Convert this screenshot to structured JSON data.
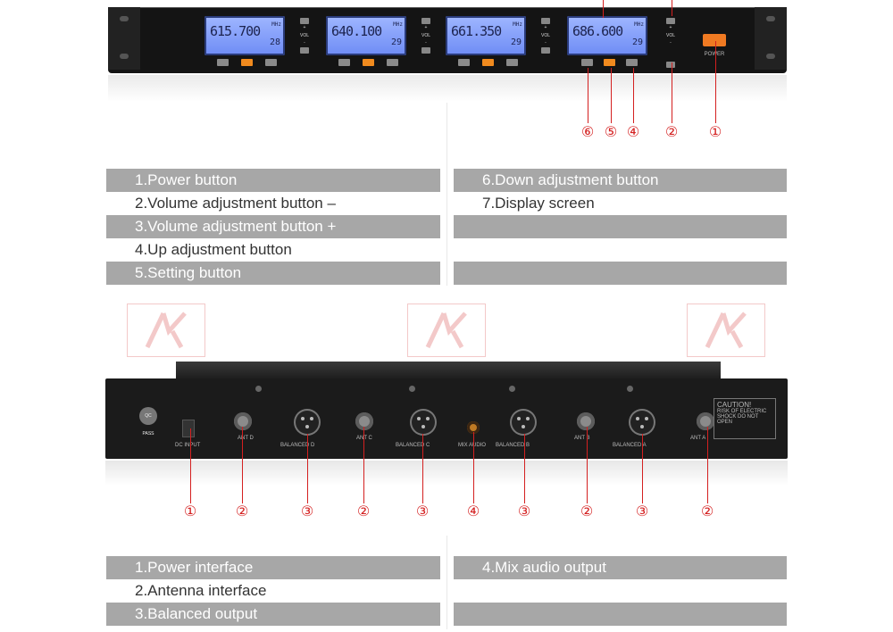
{
  "front": {
    "displays": [
      {
        "freq": "615.700",
        "ch": "28"
      },
      {
        "freq": "640.100",
        "ch": "29"
      },
      {
        "freq": "661.350",
        "ch": "29"
      },
      {
        "freq": "686.600",
        "ch": "29"
      }
    ],
    "unit_label": "MHz",
    "vol_label": "VOL",
    "vol_plus": "+",
    "vol_minus": "-",
    "power_label": "POWER",
    "callouts": [
      "⑥",
      "⑤",
      "④",
      "②",
      "①"
    ]
  },
  "front_legend": {
    "left": [
      "1.Power button",
      "2.Volume adjustment button –",
      "3.Volume adjustment button +",
      "4.Up adjustment button",
      "5.Setting button"
    ],
    "right": [
      "6.Down adjustment button",
      "7.Display screen"
    ]
  },
  "rear": {
    "labels": {
      "dc_input": "DC INPUT",
      "ant_d": "ANT D",
      "balanced_d": "BALANCED D",
      "ant_c": "ANT C",
      "balanced_c": "BALANCED C",
      "mix_audio": "MIX AUDIO",
      "balanced_b": "BALANCED B",
      "ant_b": "ANT B",
      "balanced_a": "BALANCED A",
      "ant_a": "ANT A",
      "pass": "QC PASS",
      "caution_title": "CAUTION!",
      "caution_text": "RISK OF ELECTRIC SHOCK DO NOT OPEN"
    },
    "callouts": [
      "①",
      "②",
      "③",
      "②",
      "③",
      "④",
      "③",
      "②",
      "③",
      "②"
    ]
  },
  "rear_legend": {
    "left": [
      "1.Power interface",
      "2.Antenna interface",
      "3.Balanced output"
    ],
    "right": [
      "4.Mix audio output"
    ]
  },
  "colors": {
    "accent_red": "#d42020",
    "row_shade": "#a7a7a7",
    "lcd_blue": "#7e9bf7",
    "button_orange": "#f08a1e"
  }
}
